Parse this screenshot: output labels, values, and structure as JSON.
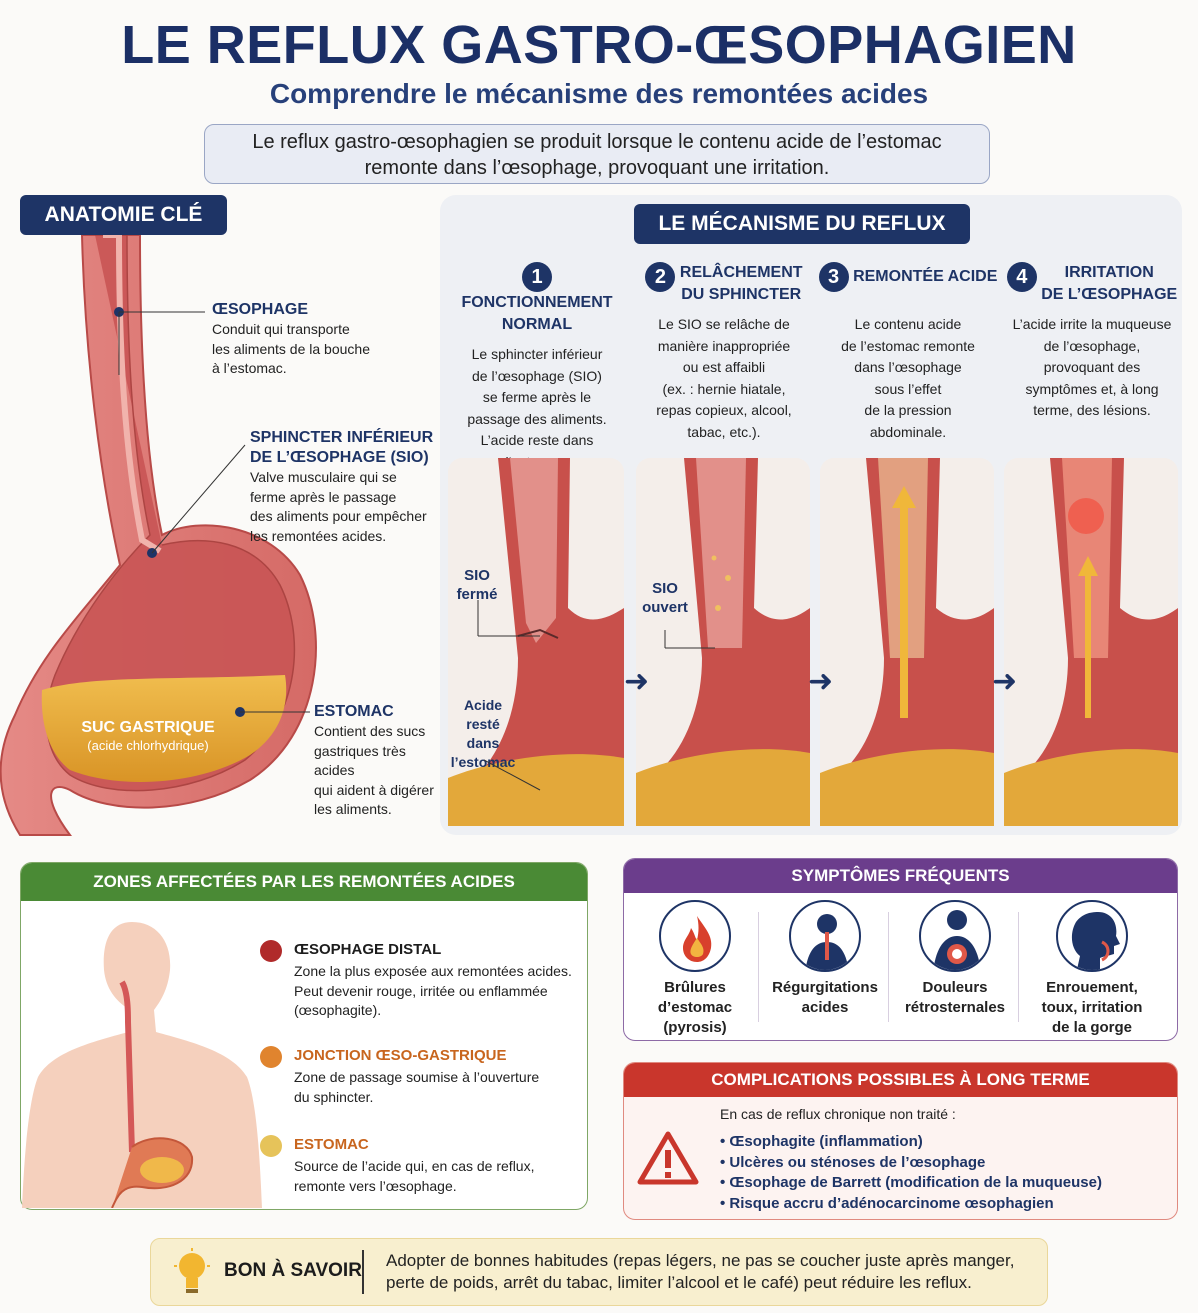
{
  "header": {
    "title": "LE REFLUX GASTRO-ŒSOPHAGIEN",
    "subtitle": "Comprendre le mécanisme des remontées acides",
    "intro_line1": "Le reflux gastro-œsophagien se produit lorsque le contenu acide de l’estomac",
    "intro_line2": "remonte dans l’œsophage, provoquant une irritation."
  },
  "anatomy": {
    "tag": "ANATOMIE CLÉ",
    "oesophage": {
      "title": "ŒSOPHAGE",
      "text": [
        "Conduit qui transporte",
        "les aliments de la bouche",
        "à l’estomac."
      ]
    },
    "sio": {
      "title1": "SPHINCTER INFÉRIEUR",
      "title2": "DE L’ŒSOPHAGE (SIO)",
      "text": [
        "Valve musculaire qui se",
        "ferme après le passage",
        "des aliments pour empêcher",
        "les remontées acides."
      ]
    },
    "estomac": {
      "title": "ESTOMAC",
      "text": [
        "Contient des sucs",
        "gastriques très acides",
        "qui aident à digérer",
        "les aliments."
      ]
    },
    "suc_title": "SUC GASTRIQUE",
    "suc_sub": "(acide chlorhydrique)"
  },
  "mechanism": {
    "tag": "LE MÉCANISME DU REFLUX",
    "steps": [
      {
        "num": "1",
        "title1": "FONCTIONNEMENT",
        "title2": "NORMAL",
        "text": [
          "Le sphincter inférieur",
          "de l’œsophage (SIO)",
          "se ferme après le",
          "passage des aliments.",
          "L’acide reste dans",
          "l’estomac."
        ]
      },
      {
        "num": "2",
        "title1": "RELÂCHEMENT",
        "title2": "DU SPHINCTER",
        "text": [
          "Le SIO se relâche de",
          "manière inappropriée",
          "ou est affaibli",
          "(ex. : hernie hiatale,",
          "repas copieux, alcool,",
          "tabac, etc.)."
        ]
      },
      {
        "num": "3",
        "title1": "REMONTÉE ACIDE",
        "title2": "",
        "text": [
          "Le contenu acide",
          "de l’estomac remonte",
          "dans l’œsophage",
          "sous l’effet",
          "de la pression",
          "abdominale."
        ]
      },
      {
        "num": "4",
        "title1": "IRRITATION",
        "title2": "DE L’ŒSOPHAGE",
        "text": [
          "L’acide irrite la muqueuse",
          "de l’œsophage,",
          "provoquant des",
          "symptômes et, à long",
          "terme, des lésions."
        ]
      }
    ],
    "sio_ferme": [
      "SIO",
      "fermé"
    ],
    "sio_ouvert": [
      "SIO",
      "ouvert"
    ],
    "acide_reste": [
      "Acide",
      "resté dans",
      "l’estomac"
    ]
  },
  "zones": {
    "header": "ZONES AFFECTÉES PAR LES REMONTÉES ACIDES",
    "items": [
      {
        "title": "ŒSOPHAGE DISTAL",
        "text": [
          "Zone la plus exposée aux remontées acides.",
          "Peut devenir rouge, irritée ou enflammée",
          "(œsophagite)."
        ]
      },
      {
        "title": "JONCTION ŒSO-GASTRIQUE",
        "text": [
          "Zone de passage soumise à l’ouverture",
          "du sphincter."
        ]
      },
      {
        "title": "ESTOMAC",
        "text": [
          "Source de l’acide qui, en cas de reflux,",
          "remonte vers l’œsophage."
        ]
      }
    ],
    "colors": {
      "dot1": "#b02a2a",
      "dot2": "#e0842e",
      "dot3": "#e6c35a",
      "title2": "#c8651e"
    }
  },
  "symptoms": {
    "header": "SYMPTÔMES FRÉQUENTS",
    "items": [
      {
        "icon": "flame-icon",
        "label": [
          "Brûlures",
          "d’estomac",
          "(pyrosis)"
        ]
      },
      {
        "icon": "regurgitation-icon",
        "label": [
          "Régurgitations",
          "acides"
        ]
      },
      {
        "icon": "chest-pain-icon",
        "label": [
          "Douleurs",
          "rétrosternales"
        ]
      },
      {
        "icon": "throat-icon",
        "label": [
          "Enrouement,",
          "toux, irritation",
          "de la gorge"
        ]
      }
    ]
  },
  "complications": {
    "header": "COMPLICATIONS POSSIBLES À LONG TERME",
    "intro": "En cas de reflux chronique non traité :",
    "items": [
      "• Œsophagite (inflammation)",
      "• Ulcères ou sténoses de l’œsophage",
      "• Œsophage de Barrett (modification de la muqueuse)",
      "• Risque accru d’adénocarcinome œsophagien"
    ]
  },
  "tip": {
    "label": "BON À SAVOIR",
    "line1": "Adopter de bonnes habitudes (repas légers, ne pas se coucher juste après manger,",
    "line2": "perte de poids, arrêt du tabac, limiter l’alcool et le café) peut réduire les reflux."
  },
  "colors": {
    "navy": "#1e3466",
    "green": "#4a8a35",
    "purple": "#6b3d8c",
    "red": "#c9362c"
  }
}
